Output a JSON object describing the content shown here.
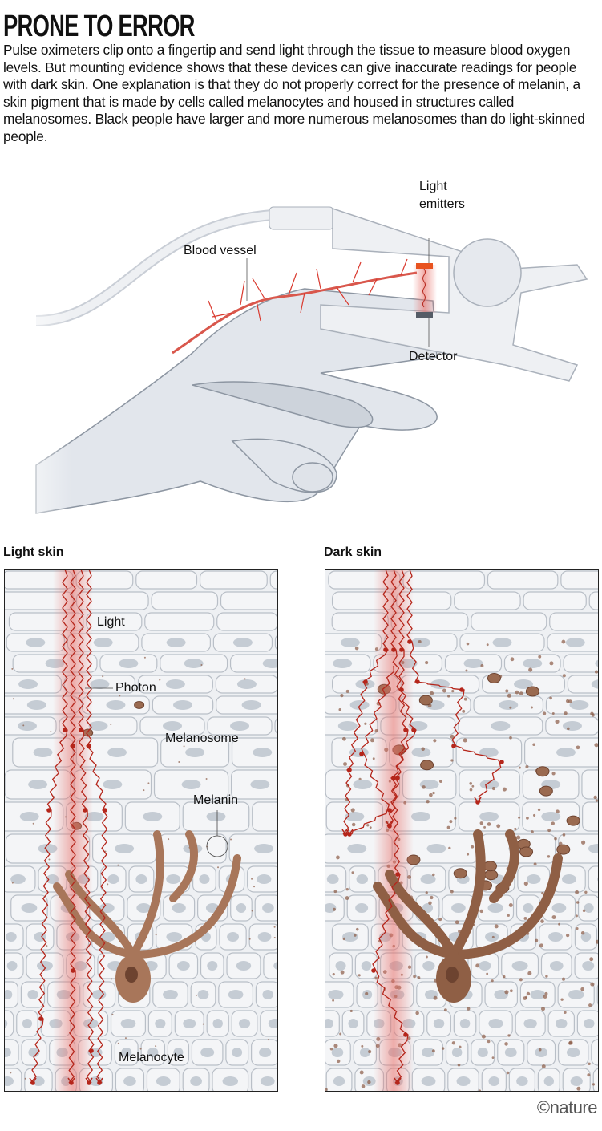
{
  "title": "PRONE TO ERROR",
  "intro": "Pulse oximeters clip onto a fingertip and send light through the tissue to measure blood oxygen levels. But mounting evidence shows that these devices can give inaccurate readings for people with dark skin. One explanation is that they do not properly correct for the presence of melanin, a skin pigment that is made by cells called melanocytes and housed in structures called melanosomes. Black people have larger and more numerous melanosomes than do light-skinned people.",
  "hand_labels": {
    "light_emitters_line1": "Light",
    "light_emitters_line2": "emitters",
    "blood_vessel": "Blood vessel",
    "detector": "Detector"
  },
  "panels": {
    "light": {
      "title": "Light skin",
      "labels": {
        "light": "Light",
        "photon": "Photon",
        "melanosome": "Melanosome",
        "melanin": "Melanin",
        "melanocyte": "Melanocyte"
      }
    },
    "dark": {
      "title": "Dark skin"
    }
  },
  "credit": "©nature",
  "colors": {
    "light_beam": "#e8706a",
    "photon": "#b5261b",
    "melanin": "#8a5a44",
    "skin_cell": "#f4f5f7",
    "cell_line": "#b9bfc7",
    "emitter": "#e8531f",
    "detector": "#555c66"
  }
}
